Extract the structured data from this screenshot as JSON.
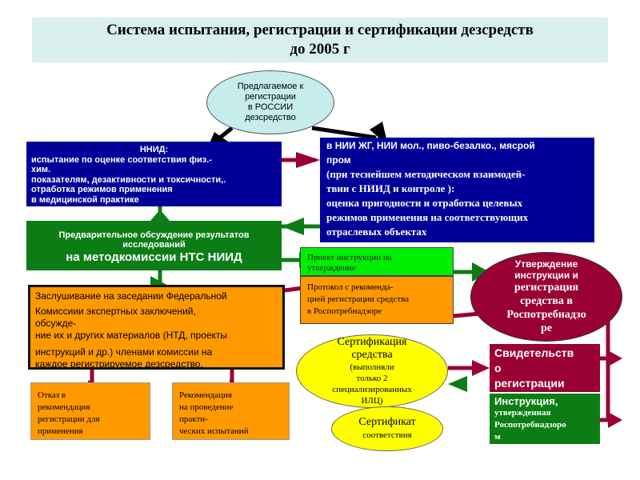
{
  "title": {
    "line1": "Система испытания, регистрации и сертификации дезсредств",
    "line2": "до 2005 г"
  },
  "proposed": {
    "lines": [
      "Предлагаемое к",
      "регистрации",
      "в РОССИИ",
      "дезсредство"
    ]
  },
  "nniid_box": {
    "heading": "ННИД:",
    "lines": [
      "испытание по оценке соответствия физ.-",
      "хим.",
      "показателям,  дезактивности и токсичности,.",
      "отработка режимов применения",
      "в медицинской практике"
    ]
  },
  "nii_box": {
    "lines": [
      "в НИИ ЖГ, НИИ мол., пиво-безалко., мясрой",
      "пром"
    ],
    "serif_lines": [
      "(при теснейшем методическом взаимодей-",
      "твии с НИИД и контроле ):",
      "оценка пригодности и отработка целевых",
      " режимов применения на соответствующих",
      " отраслевых объектах"
    ]
  },
  "discussion": {
    "line1": "Предварительное обсуждение  результатов",
    "line2": "исследований",
    "line3": "на методкомиссии  НТС НИИД"
  },
  "draft": {
    "lines": [
      "Проект инструкции на",
      "утверждение"
    ]
  },
  "protocol": {
    "lines": [
      "Протокол с рекоменда-",
      "цией регистрации  средства",
      "в Роспотребнадзоре"
    ]
  },
  "approval": {
    "lines": [
      "Утверждение",
      "инструкции и"
    ],
    "serif_lines": [
      "регистрация",
      "средства  в",
      "Роспотребнадзо",
      "ре"
    ]
  },
  "hearing": {
    "lines": [
      "Заслушивание на заседании Федеральной",
      "Комиссиии экспертных заключений,",
      "обсужде-",
      "ние их и других материалов (НТД, проекты",
      "инструкций и др.) членами  комиссии на",
      "каждое регистрируемое  дезсредство."
    ]
  },
  "refusal": {
    "lines": [
      "Отказ в",
      "рекомендация",
      "регистрации для",
      " применения"
    ]
  },
  "recommendation": {
    "lines": [
      "Рекомендация",
      "на проведение",
      "практи-",
      "ческих испытаний"
    ]
  },
  "certification": {
    "lines": [
      "Сертификация",
      "средства"
    ],
    "small_lines": [
      "(выполняли",
      "только 2",
      "специализированных",
      "ИЛЦ)"
    ]
  },
  "certificate": {
    "line1": "Сертификат",
    "line2": "соответствия"
  },
  "reg_certificate": {
    "lines": [
      "Свидетельств",
      "о",
      " регистрации"
    ]
  },
  "instruction": {
    "heading": "Инструкция,",
    "lines": [
      "утвержденная",
      "Роспотребнадзоро",
      "м"
    ]
  },
  "colors": {
    "blue": "#000099",
    "green": "#0b7d14",
    "light_green": "#00ee00",
    "orange": "#ff9900",
    "maroon": "#990033",
    "yellow": "#ffff00",
    "banner": "#d8efec"
  }
}
